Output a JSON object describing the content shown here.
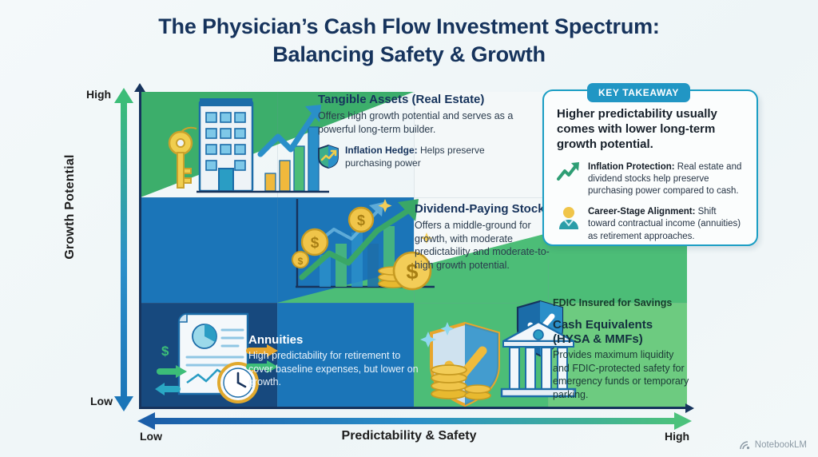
{
  "title": {
    "line1": "The Physician’s Cash Flow Investment Spectrum:",
    "line2": "Balancing Safety & Growth"
  },
  "axes": {
    "y_label": "Growth Potential",
    "y_high": "High",
    "y_low": "Low",
    "x_label": "Predictability & Safety",
    "x_low": "Low",
    "x_high": "High"
  },
  "quadrants": {
    "tangible": {
      "heading": "Tangible Assets (Real Estate)",
      "body": "Offers high growth potential and serves as a powerful long-term builder.",
      "sub_label": "Inflation Hedge:",
      "sub_text": " Helps preserve purchasing power",
      "icon": "shield-trend-icon"
    },
    "dividend": {
      "heading": "Dividend-Paying Stocks",
      "body": "Offers a middle-ground for growth, with moderate predictability and moderate-to-high growth potential."
    },
    "annuities": {
      "heading": "Annuities",
      "body": "High predictability for retirement to cover baseline expenses, but lower on growth."
    },
    "cash": {
      "tag": "FDIC Insured for Savings",
      "heading_line1": "Cash Equivalents",
      "heading_line2": "(HYSA & MMFs)",
      "body": "Provides maximum liquidity and FDIC-protected safety for emergency funds or temporary parking."
    }
  },
  "key_takeaway": {
    "badge": "KEY TAKEAWAY",
    "headline": "Higher predictability usually comes with lower long-term growth potential.",
    "items": [
      {
        "icon": "trend-up-arrow-icon",
        "label": "Inflation Protection:",
        "text": " Real estate and dividend stocks help preserve purchasing power compared to cash."
      },
      {
        "icon": "person-icon",
        "label": "Career-Stage Alignment:",
        "text": " Shift toward contractual income (annuities) as retirement approaches."
      }
    ]
  },
  "watermark": {
    "label": "NotebookLM",
    "icon": "notebooklm-icon"
  },
  "colors": {
    "green": "#3CAE6B",
    "green_light": "#6DCB80",
    "green_mid": "#4CBD77",
    "blue_mid": "#1B75B8",
    "blue_dark": "#17497E",
    "navy_text": "#16335C",
    "accent_teal": "#2196C4",
    "gold": "#EDBC3C",
    "background": "#F2F7F8"
  },
  "chart_data": {
    "type": "scatter",
    "title": "The Physician’s Cash Flow Investment Spectrum: Balancing Safety & Growth",
    "xlabel": "Predictability & Safety",
    "ylabel": "Growth Potential",
    "xlim": [
      "Low",
      "High"
    ],
    "ylim": [
      "Low",
      "High"
    ],
    "grid": true,
    "legend": "none",
    "points": [
      {
        "label": "Tangible Assets (Real Estate)",
        "x": "Low",
        "y": "High",
        "quadrant": "top-left"
      },
      {
        "label": "Dividend-Paying Stocks",
        "x": "Medium",
        "y": "Medium",
        "quadrant": "center"
      },
      {
        "label": "Annuities",
        "x": "Medium-Low",
        "y": "Low",
        "quadrant": "bottom-left"
      },
      {
        "label": "Cash Equivalents (HYSA & MMFs)",
        "x": "High",
        "y": "Low",
        "quadrant": "bottom-right"
      }
    ]
  }
}
